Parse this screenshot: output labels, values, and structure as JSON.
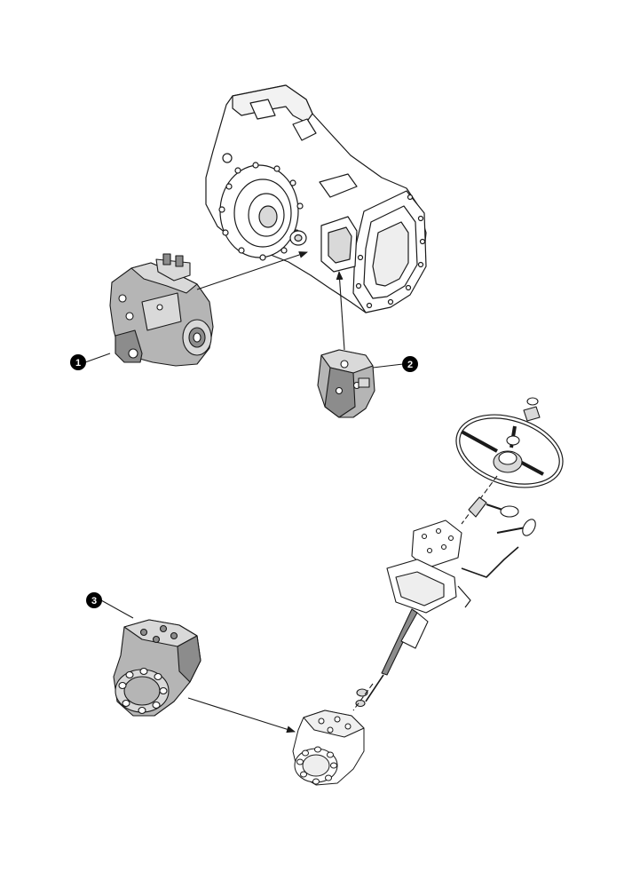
{
  "callouts": [
    {
      "number": "1",
      "part": "hydraulic-pump"
    },
    {
      "number": "2",
      "part": "valve-block"
    },
    {
      "number": "3",
      "part": "steering-unit"
    }
  ],
  "colors": {
    "line": "#1a1a1a",
    "metal_light": "#d9d9d9",
    "metal_mid": "#b5b5b5",
    "metal_dark": "#8c8c8c",
    "outline_fill": "#ffffff",
    "callout_bg": "#000000",
    "callout_text": "#ffffff"
  }
}
